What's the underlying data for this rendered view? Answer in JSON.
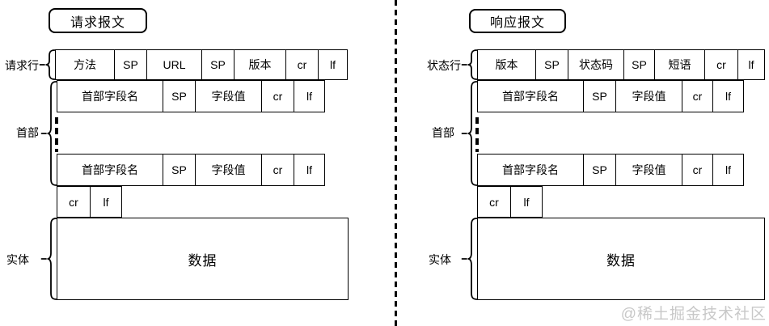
{
  "left": {
    "title": "请求报文",
    "line_label": "请求行",
    "header_label": "首部",
    "entity_label": "实体",
    "line_cells": [
      "方法",
      "SP",
      "URL",
      "SP",
      "版本",
      "cr",
      "lf"
    ],
    "header_row1_cells": [
      "首部字段名",
      "SP",
      "字段值",
      "cr",
      "lf"
    ],
    "header_row2_cells": [
      "首部字段名",
      "SP",
      "字段值",
      "cr",
      "lf"
    ],
    "crlf_cells": [
      "cr",
      "lf"
    ],
    "data_label": "数据"
  },
  "right": {
    "title": "响应报文",
    "line_label": "状态行",
    "header_label": "首部",
    "entity_label": "实体",
    "line_cells": [
      "版本",
      "SP",
      "状态码",
      "SP",
      "短语",
      "cr",
      "lf"
    ],
    "header_row1_cells": [
      "首部字段名",
      "SP",
      "字段值",
      "cr",
      "lf"
    ],
    "header_row2_cells": [
      "首部字段名",
      "SP",
      "字段值",
      "cr",
      "lf"
    ],
    "crlf_cells": [
      "cr",
      "lf"
    ],
    "data_label": "数据"
  },
  "watermark": "@稀土掘金技术社区",
  "colors": {
    "line": "#000000",
    "watermark": "#c8c8c8",
    "background": "#ffffff"
  }
}
